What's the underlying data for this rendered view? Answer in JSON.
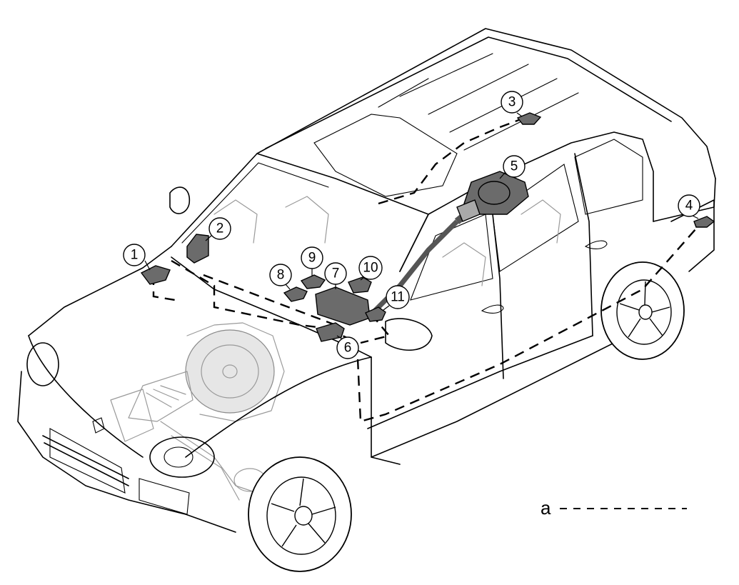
{
  "callouts": [
    {
      "id": "1",
      "label": "1"
    },
    {
      "id": "2",
      "label": "2"
    },
    {
      "id": "3",
      "label": "3"
    },
    {
      "id": "4",
      "label": "4"
    },
    {
      "id": "5",
      "label": "5"
    },
    {
      "id": "6",
      "label": "6"
    },
    {
      "id": "7",
      "label": "7"
    },
    {
      "id": "8",
      "label": "8"
    },
    {
      "id": "9",
      "label": "9"
    },
    {
      "id": "10",
      "label": "10"
    },
    {
      "id": "11",
      "label": "11"
    }
  ],
  "legend": {
    "label": "a",
    "line_style": "dashed"
  },
  "colors": {
    "outline": "#000000",
    "ghost_components": "#9a9a9a",
    "modules": "#6b6b6b",
    "background": "#ffffff"
  }
}
